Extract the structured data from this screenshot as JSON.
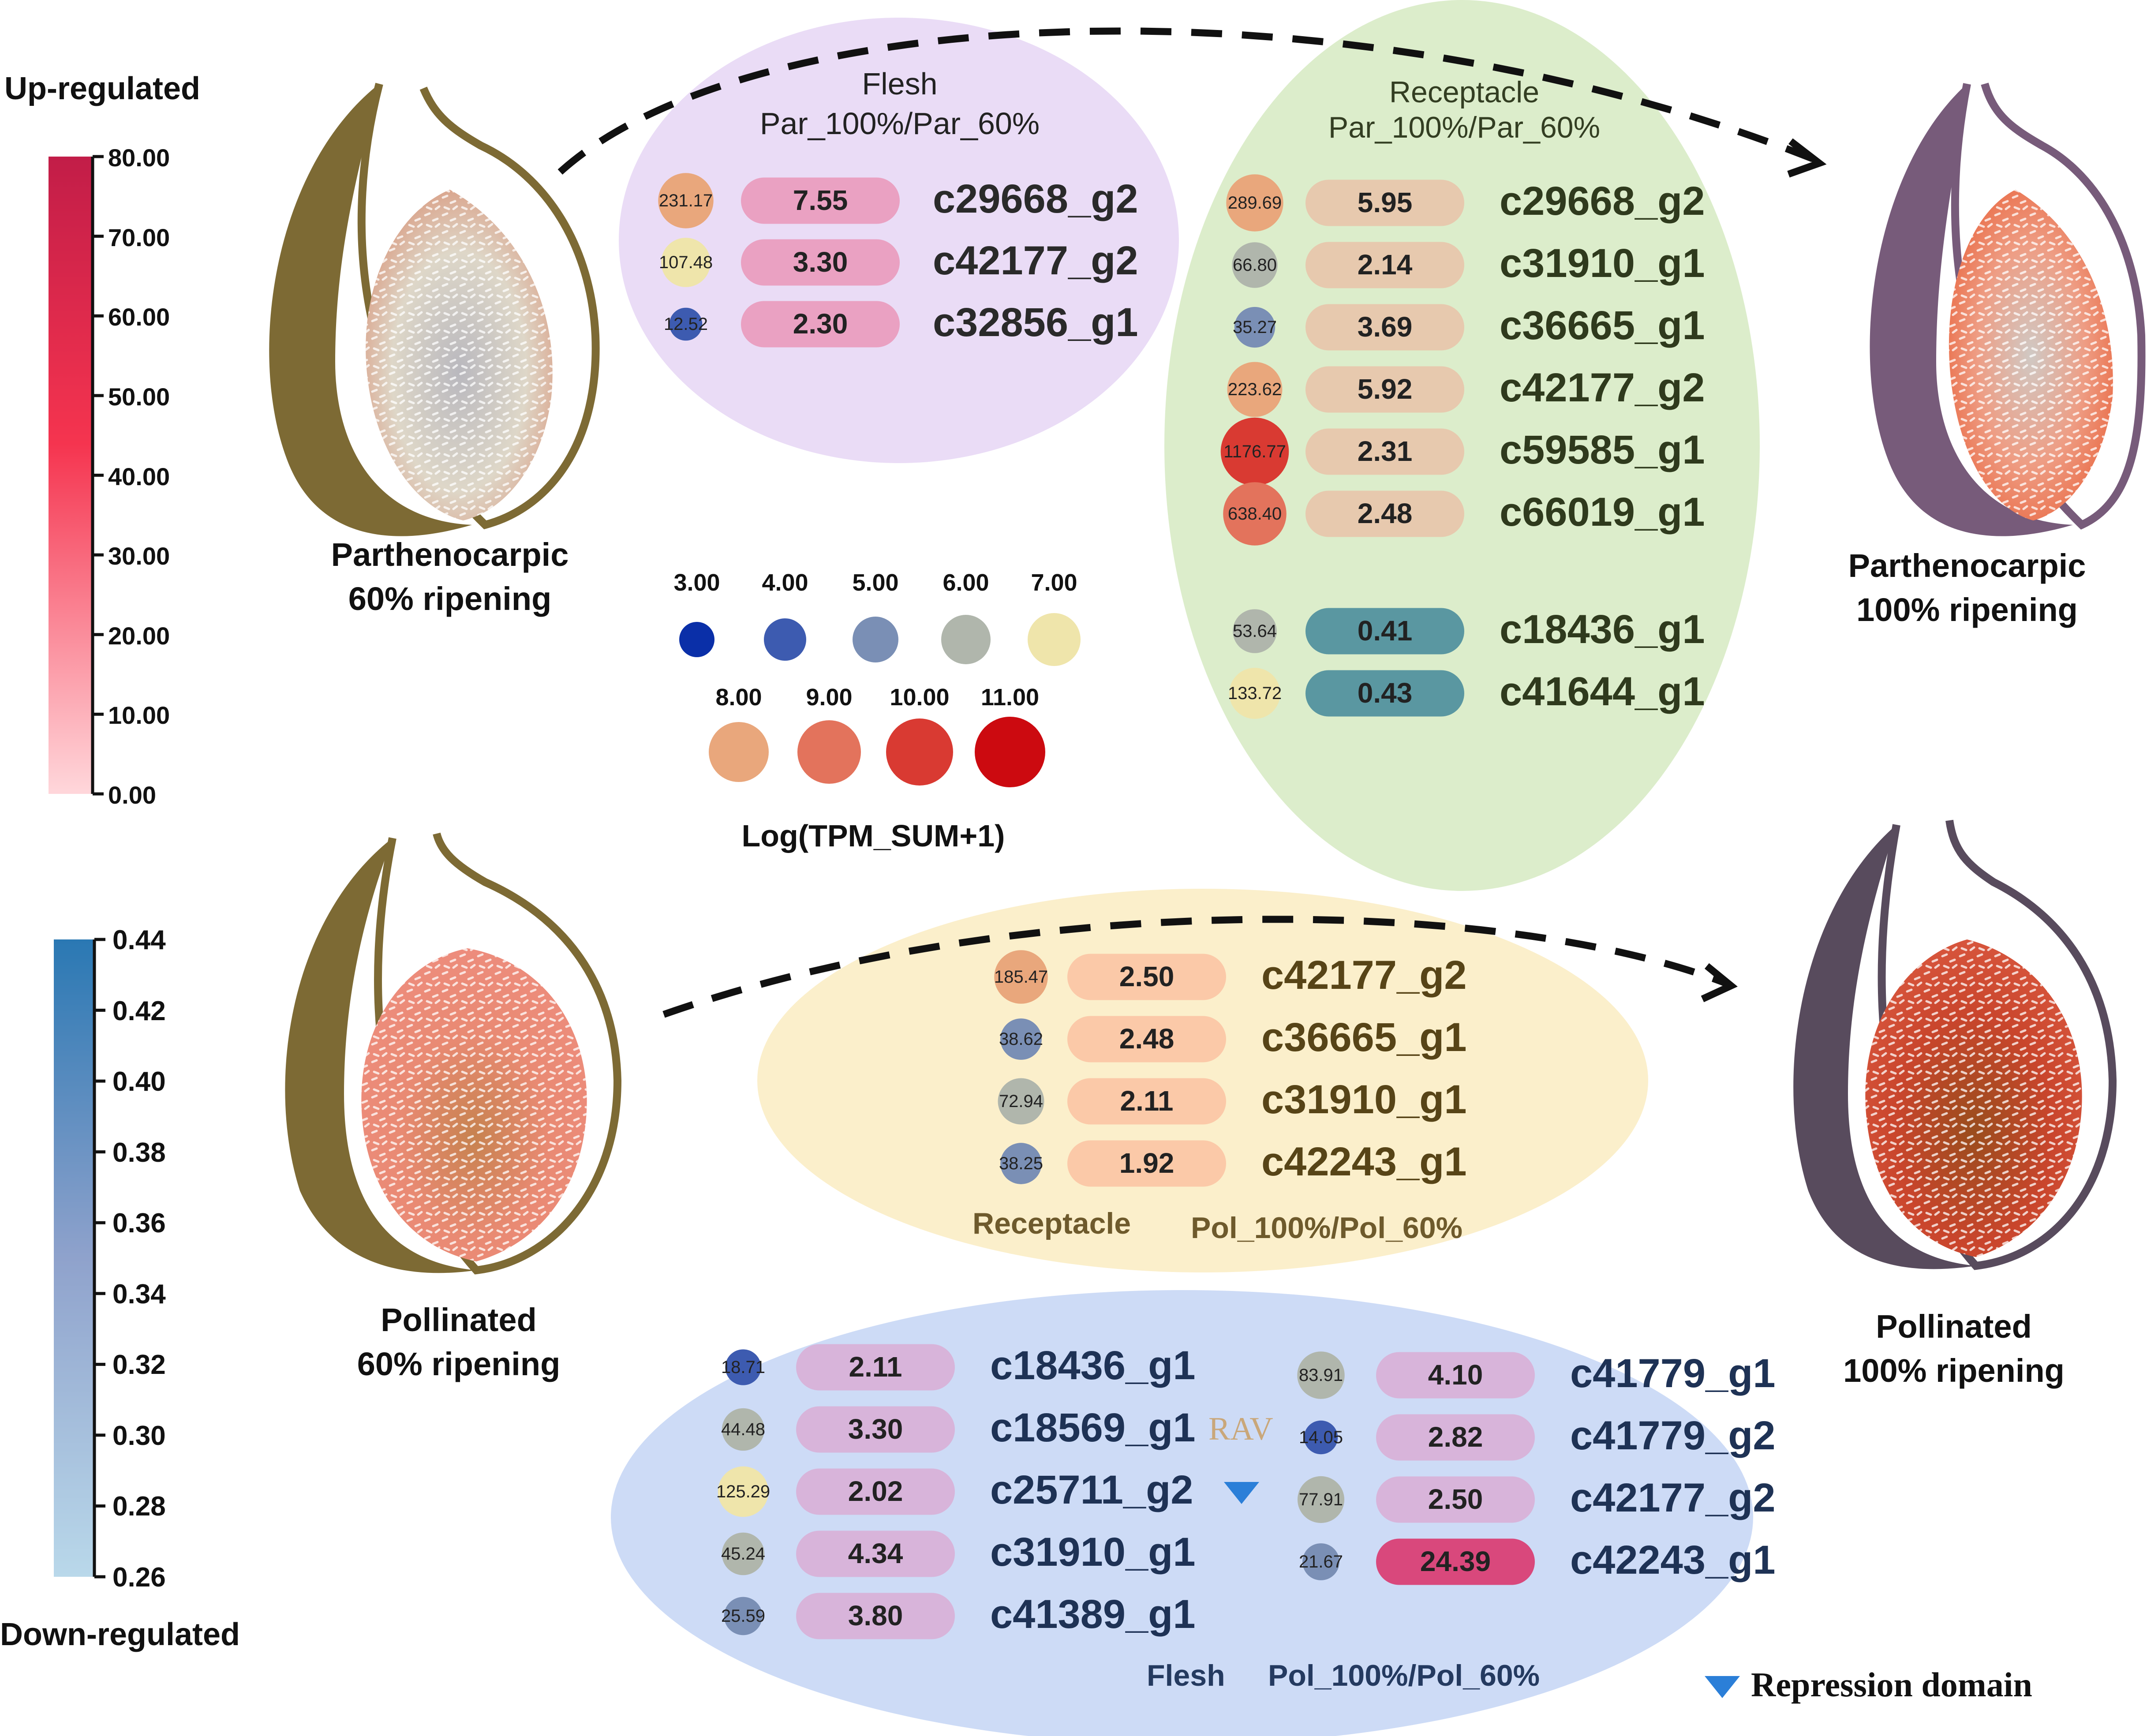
{
  "legend": {
    "up_title": "Up-regulated",
    "down_title": "Down-regulated",
    "up_ticks": [
      "80.00",
      "70.00",
      "60.00",
      "50.00",
      "40.00",
      "30.00",
      "20.00",
      "10.00",
      "0.00"
    ],
    "down_ticks": [
      "0.44",
      "0.42",
      "0.40",
      "0.38",
      "0.36",
      "0.34",
      "0.32",
      "0.30",
      "0.28",
      "0.26"
    ],
    "up_colors": [
      "#c21d48",
      "#f5344f",
      "#ffd7db"
    ],
    "down_colors": [
      "#2a78b3",
      "#8fa2cc",
      "#b9d8ea"
    ],
    "size_title": "Log(TPM_SUM+1)",
    "size_levels": [
      {
        "label": "3.00",
        "color": "#0a2fa8"
      },
      {
        "label": "4.00",
        "color": "#3d5bb0"
      },
      {
        "label": "5.00",
        "color": "#7a8fb5"
      },
      {
        "label": "6.00",
        "color": "#b0b6ac"
      },
      {
        "label": "7.00",
        "color": "#efe5ab"
      },
      {
        "label": "8.00",
        "color": "#e9a77c"
      },
      {
        "label": "9.00",
        "color": "#e3735c"
      },
      {
        "label": "10.00",
        "color": "#d93a32"
      },
      {
        "label": "11.00",
        "color": "#cc0a10"
      }
    ],
    "repression_label": "Repression domain"
  },
  "figs": {
    "par60": [
      "Parthenocarpic",
      "60% ripening"
    ],
    "par100": [
      "Parthenocarpic",
      "100% ripening"
    ],
    "pol60": [
      "Pollinated",
      "60% ripening"
    ],
    "pol100": [
      "Pollinated",
      "100% ripening"
    ]
  },
  "groups": {
    "flesh_par": {
      "title": [
        "Flesh",
        "Par_100%/Par_60%"
      ],
      "rows": [
        {
          "tpm": "231.17",
          "fc": "7.55",
          "gene": "c29668_g2"
        },
        {
          "tpm": "107.48",
          "fc": "3.30",
          "gene": "c42177_g2"
        },
        {
          "tpm": "12.52",
          "fc": "2.30",
          "gene": "c32856_g1"
        }
      ]
    },
    "receptacle_par": {
      "title": [
        "Receptacle",
        "Par_100%/Par_60%"
      ],
      "rows": [
        {
          "tpm": "289.69",
          "fc": "5.95",
          "gene": "c29668_g2"
        },
        {
          "tpm": "66.80",
          "fc": "2.14",
          "gene": "c31910_g1"
        },
        {
          "tpm": "35.27",
          "fc": "3.69",
          "gene": "c36665_g1"
        },
        {
          "tpm": "223.62",
          "fc": "5.92",
          "gene": "c42177_g2"
        },
        {
          "tpm": "1176.77",
          "fc": "2.31",
          "gene": "c59585_g1"
        },
        {
          "tpm": "638.40",
          "fc": "2.48",
          "gene": "c66019_g1"
        },
        {
          "tpm": "53.64",
          "fc": "0.41",
          "gene": "c18436_g1"
        },
        {
          "tpm": "133.72",
          "fc": "0.43",
          "gene": "c41644_g1"
        }
      ]
    },
    "receptacle_pol": {
      "title": [
        "Receptacle",
        "Pol_100%/Pol_60%"
      ],
      "rows": [
        {
          "tpm": "185.47",
          "fc": "2.50",
          "gene": "c42177_g2"
        },
        {
          "tpm": "38.62",
          "fc": "2.48",
          "gene": "c36665_g1"
        },
        {
          "tpm": "72.94",
          "fc": "2.11",
          "gene": "c31910_g1"
        },
        {
          "tpm": "38.25",
          "fc": "1.92",
          "gene": "c42243_g1"
        }
      ]
    },
    "flesh_pol": {
      "title": [
        "Flesh",
        "Pol_100%/Pol_60%"
      ],
      "rows_left": [
        {
          "tpm": "18.71",
          "fc": "2.11",
          "gene": "c18436_g1"
        },
        {
          "tpm": "44.48",
          "fc": "3.30",
          "gene": "c18569_g1"
        },
        {
          "tpm": "125.29",
          "fc": "2.02",
          "gene": "c25711_g2"
        },
        {
          "tpm": "45.24",
          "fc": "4.34",
          "gene": "c31910_g1"
        },
        {
          "tpm": "25.59",
          "fc": "3.80",
          "gene": "c41389_g1"
        }
      ],
      "rows_right": [
        {
          "tpm": "83.91",
          "fc": "4.10",
          "gene": "c41779_g1"
        },
        {
          "tpm": "14.05",
          "fc": "2.82",
          "gene": "c41779_g2"
        },
        {
          "tpm": "77.91",
          "fc": "2.50",
          "gene": "c42177_g2"
        },
        {
          "tpm": "21.67",
          "fc": "24.39",
          "gene": "c42243_g1"
        }
      ],
      "rav_label": "RAV"
    }
  }
}
